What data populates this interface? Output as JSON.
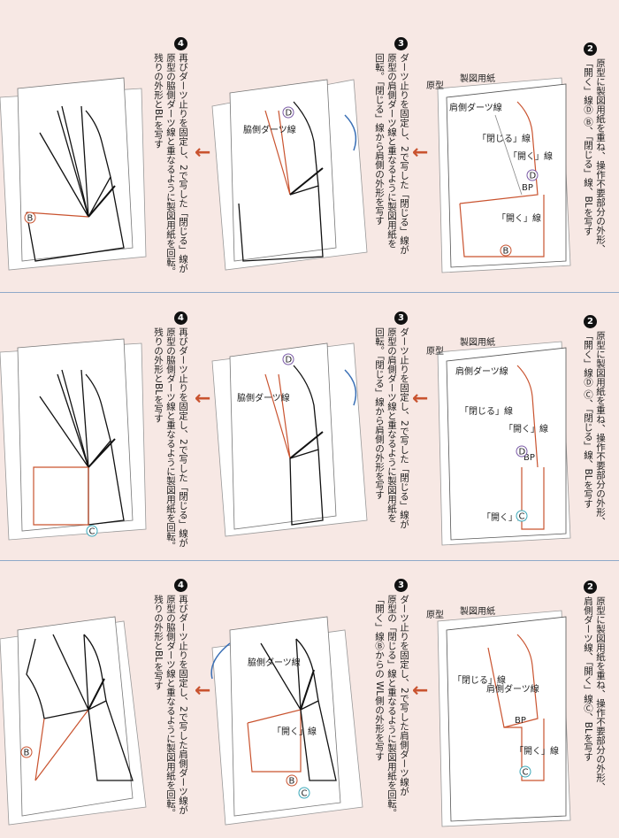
{
  "rows": [
    {
      "step2": {
        "num": "2",
        "lines": [
          "原型に製図用紙を重ね、操作不要部分の外形、",
          "「開く」線Ⓓ Ⓑ、「閉じる」線、BLを写す"
        ]
      },
      "step3": {
        "num": "3",
        "lines": [
          "ダーツ止りを固定し、2で写した「閉じる」線が",
          "原型の肩側ダーツ線と重なるように製図用紙を",
          "回転。「閉じる」線から肩側の外形を写す"
        ]
      },
      "step4": {
        "num": "4",
        "lines": [
          "再びダーツ止りを固定し、2で写した「閉じる」線が",
          "原型の脇側ダーツ線と重なるように製図用紙を回転。",
          "残りの外形とBLを写す"
        ]
      },
      "labels": {
        "genkei": "原型",
        "seizu": "製図用紙",
        "kata_darts": "肩側ダーツ線",
        "tojiru": "「閉じる」線",
        "hiraku1": "「開く」線",
        "hiraku2": "「開く」線",
        "waki_darts": "脇側ダーツ線",
        "bp": "BP",
        "mark1": "D",
        "mark2": "B"
      }
    },
    {
      "step2": {
        "num": "2",
        "lines": [
          "原型に製図用紙を重ね、操作不要部分の外形、",
          "「開く」線Ⓓ Ⓒ、「閉じる」線、BLを写す"
        ]
      },
      "step3": {
        "num": "3",
        "lines": [
          "ダーツ止りを固定し、2で写した「閉じる」線が",
          "原型の肩側ダーツ線と重なるように製図用紙を",
          "回転。「閉じる」線から肩側の外形を写す"
        ]
      },
      "step4": {
        "num": "4",
        "lines": [
          "再びダーツ止りを固定し、2で写した「閉じる」線が",
          "原型の脇側ダーツ線と重なるように製図用紙を回転。",
          "残りの外形とBLを写す"
        ]
      },
      "labels": {
        "genkei": "原型",
        "seizu": "製図用紙",
        "kata_darts": "肩側ダーツ線",
        "tojiru": "「閉じる」線",
        "hiraku1": "「開く」線",
        "hiraku2": "「開く」線",
        "waki_darts": "脇側ダーツ線",
        "bp": "BP",
        "mark1": "D",
        "mark2": "C"
      }
    },
    {
      "step2": {
        "num": "2",
        "lines": [
          "原型に製図用紙を重ね、操作不要部分の外形、",
          "肩側ダーツ線、「開く」線Ⓒ、BLを写す"
        ]
      },
      "step3": {
        "num": "3",
        "lines": [
          "ダーツ止りを固定し、2で写した肩側ダーツ線が",
          "原型の「閉じる」線と重なるように製図用紙を回転。",
          "「開く」線Ⓑからの WL側の外形を写す"
        ]
      },
      "step4": {
        "num": "4",
        "lines": [
          "再びダーツ止りを固定し、2で写した肩側ダーツ線が",
          "原型の脇側ダーツ線と重なるように製図用紙を回転。",
          "残りの外形とBLを写す"
        ]
      },
      "labels": {
        "genkei": "原型",
        "seizu": "製図用紙",
        "kata_darts": "肩側ダーツ線",
        "tojiru": "「閉じる」線",
        "hiraku1": "「開く」線",
        "hiraku2": "「開く」線",
        "waki_darts": "脇側ダーツ線",
        "bp": "BP",
        "mark1": "B",
        "mark2": "C"
      }
    }
  ],
  "colors": {
    "red": "#c9532f",
    "blue": "#3a6fb5",
    "teal": "#3aa7b8",
    "purple": "#7a5aa6",
    "arrow": "#c9532f"
  },
  "icons": {
    "arrow": "arrow-left-icon",
    "rotate": "rotate-arrow-icon"
  }
}
